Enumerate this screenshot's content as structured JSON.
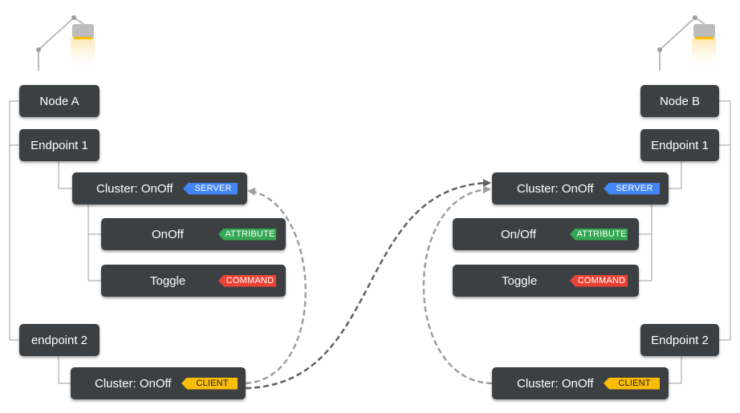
{
  "node_a": {
    "title": "Node A",
    "endpoint1": "Endpoint 1",
    "server_cluster": {
      "label": "Cluster: OnOff",
      "tag": "SERVER"
    },
    "attribute": {
      "label": "OnOff",
      "tag": "ATTRIBUTE"
    },
    "command": {
      "label": "Toggle",
      "tag": "COMMAND"
    },
    "endpoint2": "endpoint 2",
    "client_cluster": {
      "label": "Cluster: OnOff",
      "tag": "CLIENT"
    }
  },
  "node_b": {
    "title": "Node B",
    "endpoint1": "Endpoint 1",
    "server_cluster": {
      "label": "Cluster: OnOff",
      "tag": "SERVER"
    },
    "attribute": {
      "label": "On/Off",
      "tag": "ATTRIBUTE"
    },
    "command": {
      "label": "Toggle",
      "tag": "COMMAND"
    },
    "endpoint2": "Endpoint 2",
    "client_cluster": {
      "label": "Cluster: OnOff",
      "tag": "CLIENT"
    }
  },
  "colors": {
    "box": "#3c4043",
    "server": "#4285f4",
    "attribute": "#34a853",
    "command": "#ea4335",
    "client": "#fbbc04",
    "arrow_light": "#9e9e9e",
    "arrow_dark": "#616161"
  },
  "icons": [
    "lamp-icon",
    "lamp-icon"
  ]
}
